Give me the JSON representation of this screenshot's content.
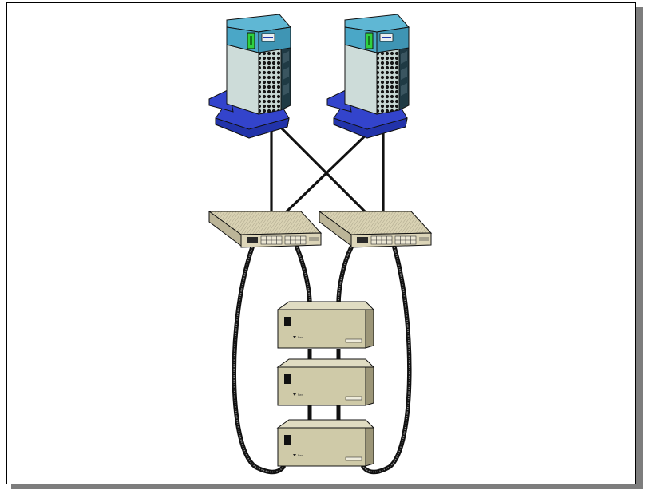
{
  "diagram": {
    "type": "network-topology",
    "nodes": [
      {
        "id": "server-1",
        "kind": "tower-server",
        "icon": "server-tower-icon"
      },
      {
        "id": "server-2",
        "kind": "tower-server",
        "icon": "server-tower-icon"
      },
      {
        "id": "switch-1",
        "kind": "network-switch",
        "icon": "switch-icon"
      },
      {
        "id": "switch-2",
        "kind": "network-switch",
        "icon": "switch-icon"
      },
      {
        "id": "storage-1",
        "kind": "storage-enclosure",
        "icon": "storage-enclosure-icon"
      },
      {
        "id": "storage-2",
        "kind": "storage-enclosure",
        "icon": "storage-enclosure-icon"
      },
      {
        "id": "storage-3",
        "kind": "storage-enclosure",
        "icon": "storage-enclosure-icon"
      }
    ],
    "links": [
      {
        "from": "server-1",
        "to": "switch-1",
        "style": "straight"
      },
      {
        "from": "server-1",
        "to": "switch-2",
        "style": "straight"
      },
      {
        "from": "server-2",
        "to": "switch-1",
        "style": "straight"
      },
      {
        "from": "server-2",
        "to": "switch-2",
        "style": "straight"
      },
      {
        "from": "switch-1",
        "to": "storage-1",
        "style": "fiber-loop"
      },
      {
        "from": "switch-2",
        "to": "storage-1",
        "style": "fiber-loop"
      },
      {
        "from": "switch-1",
        "to": "storage-3",
        "style": "fiber-loop"
      },
      {
        "from": "switch-2",
        "to": "storage-3",
        "style": "fiber-loop"
      },
      {
        "from": "storage-1",
        "to": "storage-2",
        "style": "daisy-chain"
      },
      {
        "from": "storage-2",
        "to": "storage-3",
        "style": "daisy-chain"
      }
    ],
    "device_labels": {
      "storage_power": "Pwr"
    },
    "colors": {
      "server_top": "#4aa7c7",
      "server_body": "#c6d9d6",
      "server_base": "#3344cc",
      "server_display": "#2fd140",
      "switch_body": "#d9d2b3",
      "storage_body": "#cfcaa8",
      "cable": "#1a1a1a"
    }
  }
}
